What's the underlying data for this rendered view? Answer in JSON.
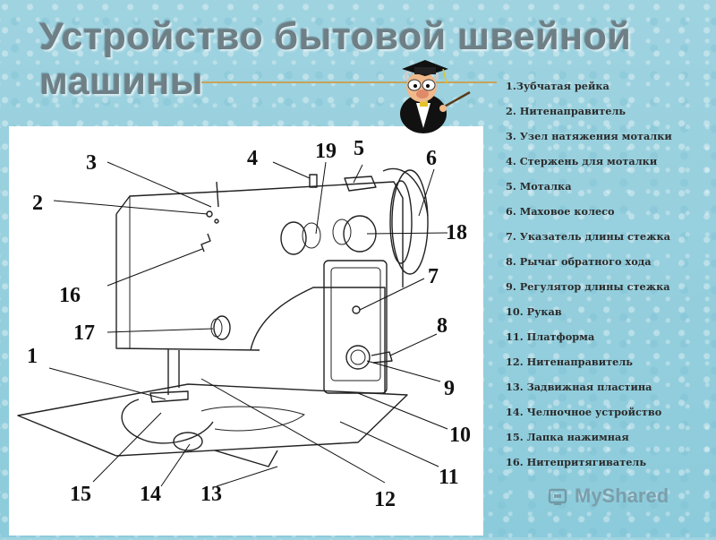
{
  "title": {
    "line1": "Устройство бытовой швейной",
    "line2": "машины"
  },
  "legend": [
    "1.Зубчатая рейка",
    "2. Нитенаправитель",
    "3. Узел натяжения моталки",
    "4. Стержень для моталки",
    "5. Моталка",
    "6. Маховое колесо",
    "7. Указатель длины стежка",
    "8. Рычаг обратного хода",
    "9. Регулятор длины стежка",
    "10. Рукав",
    "11. Платформа",
    "12. Нитенаправитель",
    "13. Задвижная пластина",
    "14. Челночное устройство",
    "15. Лапка нажимная",
    "16. Нитепритягиватель"
  ],
  "callouts": {
    "n1": "1",
    "n2": "2",
    "n3": "3",
    "n4": "4",
    "n5": "5",
    "n6": "6",
    "n7": "7",
    "n8": "8",
    "n9": "9",
    "n10": "10",
    "n11": "11",
    "n12": "12",
    "n13": "13",
    "n14": "14",
    "n15": "15",
    "n16": "16",
    "n17": "17",
    "n18": "18",
    "n19": "19"
  },
  "watermark": {
    "text": "MyShared"
  }
}
